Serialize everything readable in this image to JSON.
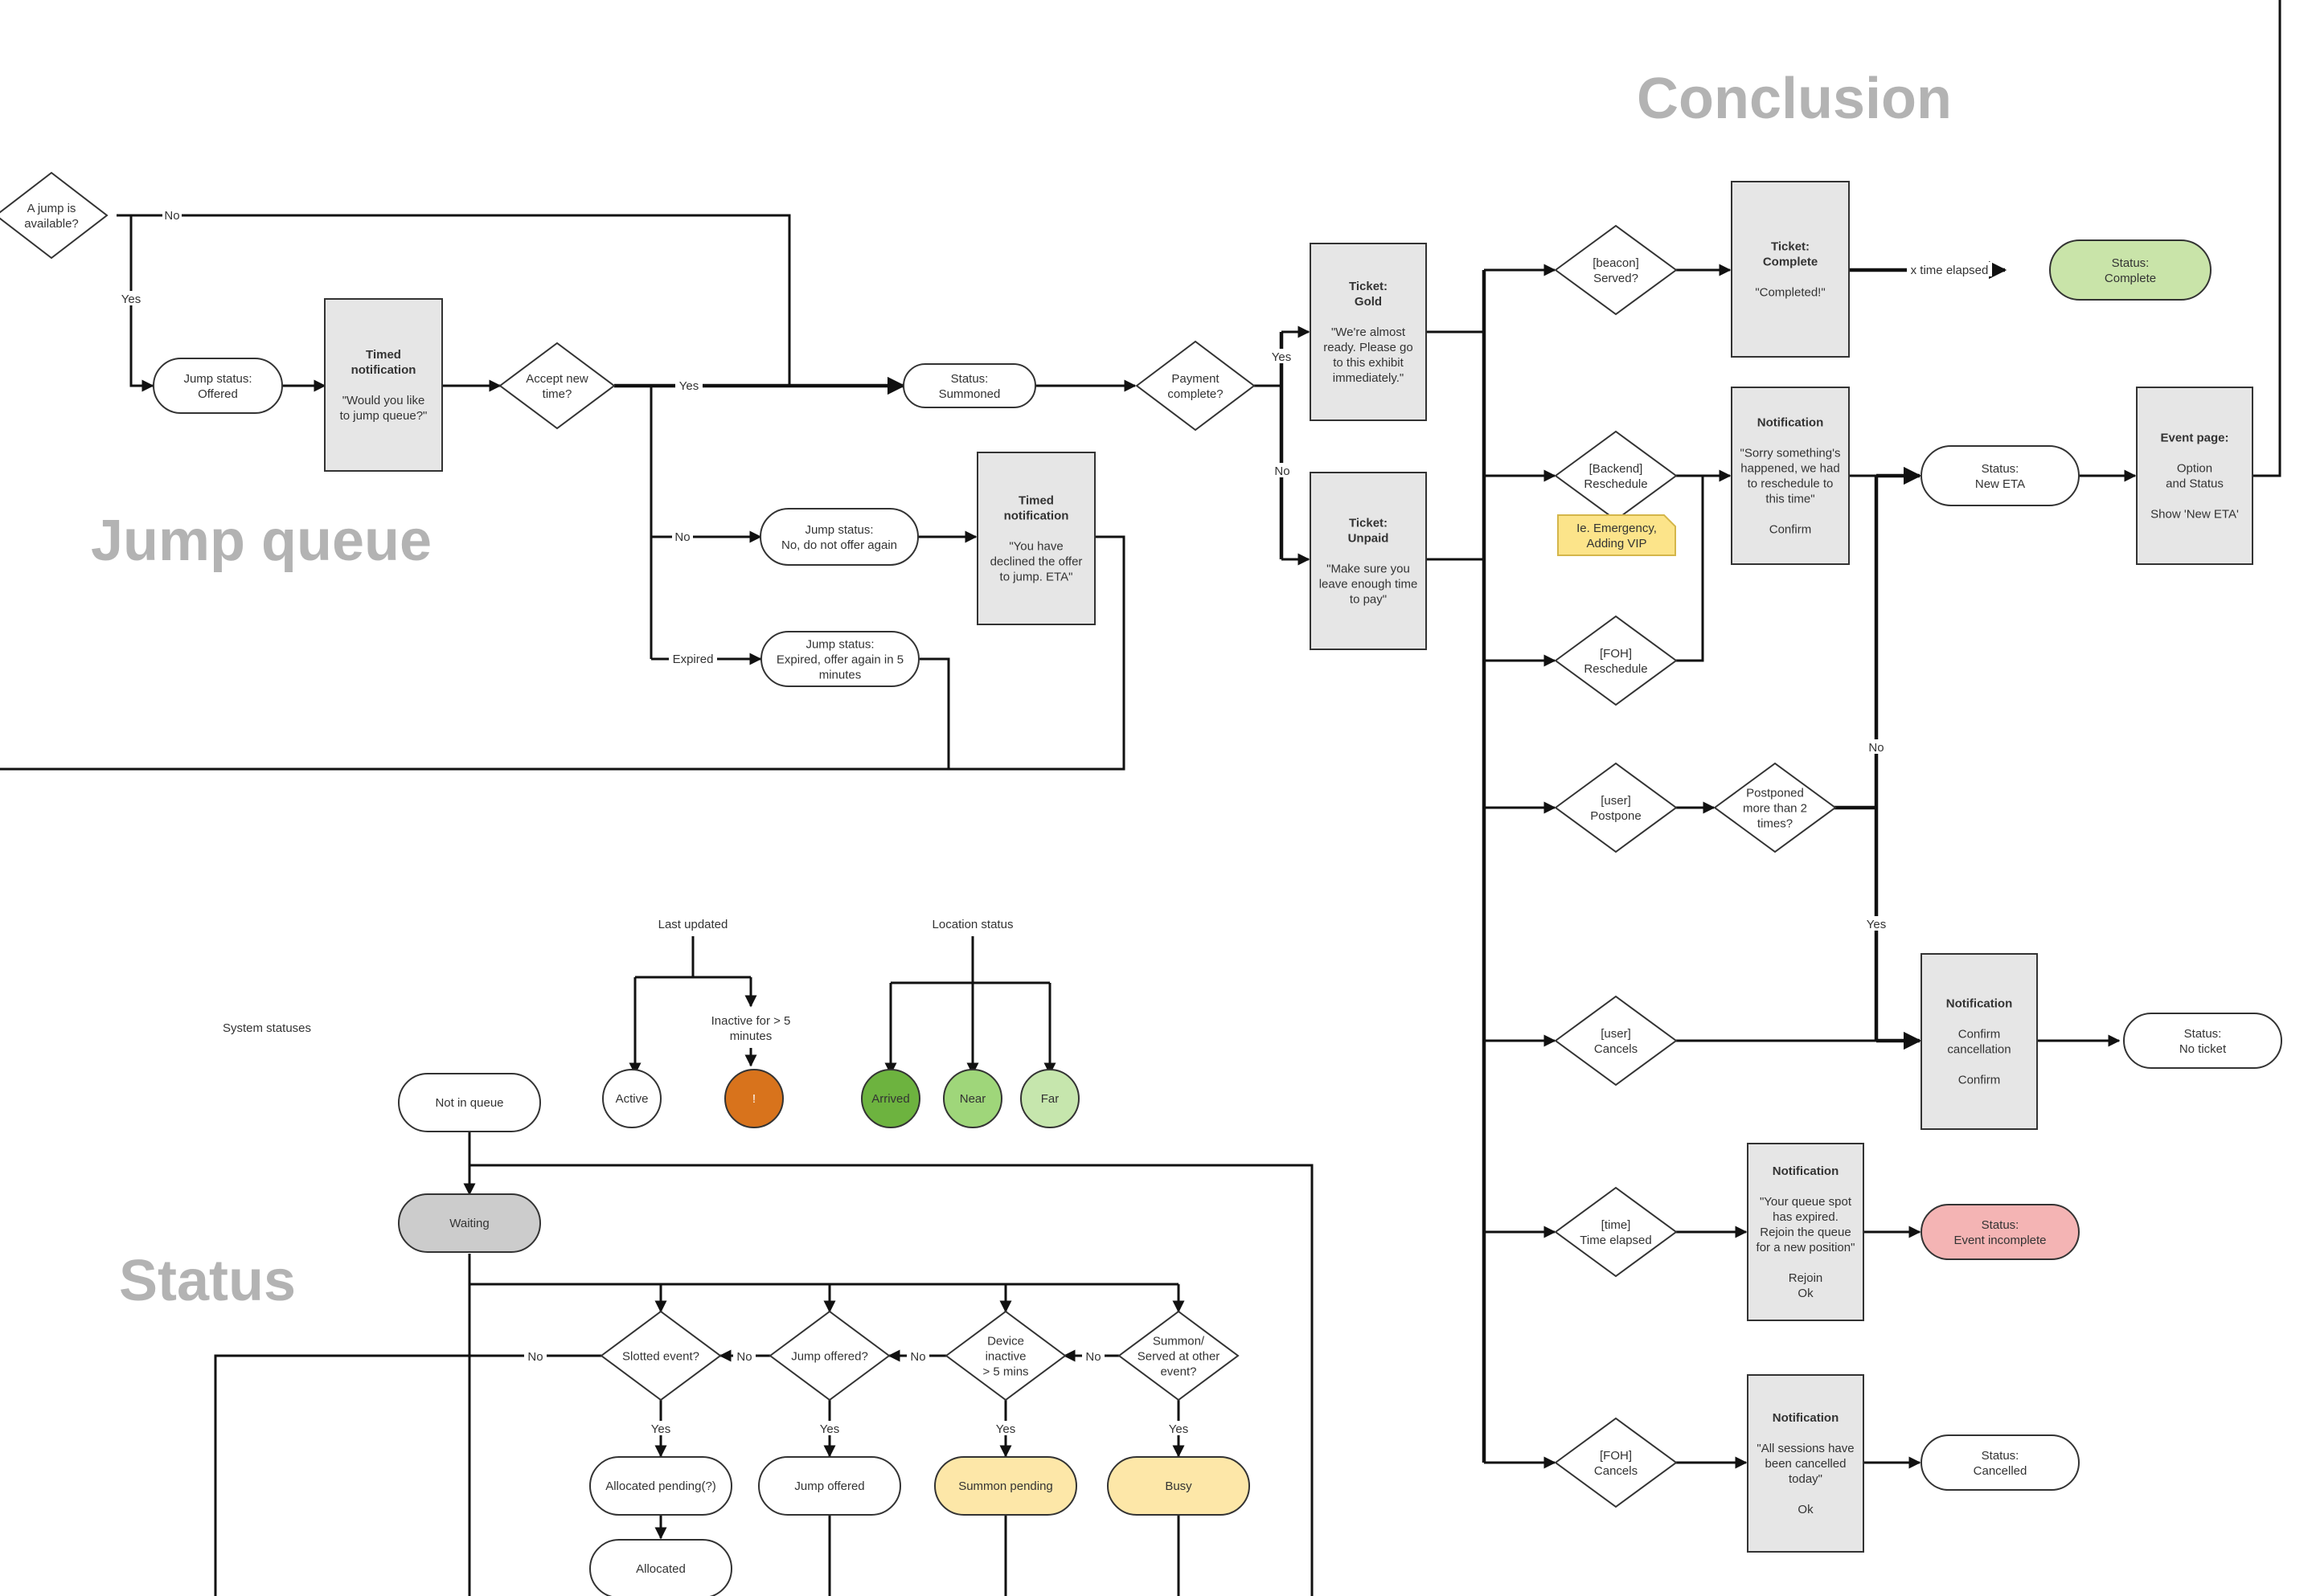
{
  "colors": {
    "line": "#111111",
    "box_fill": "#e6e6e6",
    "pill_fill": "#ffffff",
    "green_complete": "#c9e4a9",
    "red_incomplete": "#f4b4b4",
    "yellow_pending": "#fde7a8",
    "waiting_grey": "#cccccc",
    "orange_alert": "#d8731c",
    "arrived_green": "#6db33f",
    "near_green": "#9fd67a",
    "far_green": "#c6e6ad",
    "sticky_note": "#fce48a",
    "heading_grey": "#b3b3b3"
  },
  "headings": {
    "conclusion": "Conclusion",
    "jump_queue": "Jump queue",
    "status": "Status"
  },
  "jump_queue": {
    "jump_available": [
      "A jump is",
      "available?"
    ],
    "label_no": "No",
    "label_yes": "Yes",
    "status_offered": [
      "Jump status:",
      "Offered"
    ],
    "timed_notification_1": {
      "title": [
        "Timed",
        "notification"
      ],
      "body": [
        "\"Would you like",
        "to jump queue?\""
      ]
    },
    "accept_new_time": [
      "Accept new",
      "time?"
    ],
    "label_accept_yes": "Yes",
    "label_accept_no": "No",
    "label_expired": "Expired",
    "status_summoned": [
      "Status:",
      "Summoned"
    ],
    "status_no_offer": [
      "Jump status:",
      "No, do not offer again"
    ],
    "status_expired": [
      "Jump status:",
      "Expired, offer again in 5",
      "minutes"
    ],
    "timed_notification_2": {
      "title": [
        "Timed",
        "notification"
      ],
      "body": [
        "\"You have",
        "declined the offer",
        "to jump. ETA\""
      ]
    }
  },
  "conclusion": {
    "payment_complete": [
      "Payment",
      "complete?"
    ],
    "label_pay_yes": "Yes",
    "label_pay_no": "No",
    "ticket_gold": {
      "title": [
        "Ticket:",
        "Gold"
      ],
      "body": [
        "\"We're almost",
        "ready. Please go",
        "to this exhibit",
        "immediately.\""
      ]
    },
    "ticket_unpaid": {
      "title": [
        "Ticket:",
        "Unpaid"
      ],
      "body": [
        "\"Make sure you",
        "leave enough time",
        "to pay\""
      ]
    },
    "beacon_served": [
      "[beacon]",
      "Served?"
    ],
    "ticket_complete": {
      "title": [
        "Ticket:",
        "Complete"
      ],
      "body": [
        "\"Completed!\""
      ]
    },
    "label_time_elapsed": "x time elapsed",
    "status_complete": [
      "Status:",
      "Complete"
    ],
    "backend_reschedule": [
      "[Backend]",
      "Reschedule"
    ],
    "sticky_note": [
      "Ie. Emergency,",
      "Adding VIP"
    ],
    "foh_reschedule": [
      "[FOH]",
      "Reschedule"
    ],
    "notification_reschedule": {
      "title": [
        "Notification"
      ],
      "body": [
        "\"Sorry something's",
        "happened, we had",
        "to reschedule to",
        "this time\"",
        "",
        "Confirm"
      ]
    },
    "status_new_eta": [
      "Status:",
      "New ETA"
    ],
    "event_page": {
      "title": [
        "Event page:"
      ],
      "body": [
        "Option",
        "and Status",
        "",
        "Show 'New ETA'"
      ]
    },
    "user_postpone": [
      "[user]",
      "Postpone"
    ],
    "postponed_twice": [
      "Postponed",
      "more than 2",
      "times?"
    ],
    "label_postpone_no": "No",
    "label_postpone_yes": "Yes",
    "user_cancels": [
      "[user]",
      "Cancels"
    ],
    "notification_cancel": {
      "title": [
        "Notification"
      ],
      "body": [
        "Confirm",
        "cancellation",
        "",
        "Confirm"
      ]
    },
    "status_no_ticket": [
      "Status:",
      "No ticket"
    ],
    "time_elapsed": [
      "[time]",
      "Time elapsed"
    ],
    "notification_expired": {
      "title": [
        "Notification"
      ],
      "body": [
        "\"Your queue spot",
        "has expired.",
        "Rejoin the queue",
        "for a new position\"",
        "",
        "Rejoin",
        "Ok"
      ]
    },
    "status_event_incomplete": [
      "Status:",
      "Event incomplete"
    ],
    "foh_cancels": [
      "[FOH]",
      "Cancels"
    ],
    "notification_all_cancelled": {
      "title": [
        "Notification"
      ],
      "body": [
        "\"All sessions have",
        "been cancelled",
        "today\"",
        "",
        "Ok"
      ]
    },
    "status_cancelled": [
      "Status:",
      "Cancelled"
    ]
  },
  "status_section": {
    "system_statuses": "System statuses",
    "last_updated": "Last updated",
    "inactive_over_5": [
      "Inactive for > 5",
      "minutes"
    ],
    "active": "Active",
    "alert": "!",
    "location_status": "Location status",
    "arrived": "Arrived",
    "near": "Near",
    "far": "Far",
    "not_in_queue": "Not in queue",
    "waiting": "Waiting",
    "slotted_event": [
      "Slotted event?"
    ],
    "jump_offered_q": [
      "Jump offered?"
    ],
    "device_inactive": [
      "Device",
      "inactive",
      "> 5 mins"
    ],
    "summon_served": [
      "Summon/",
      "Served at other",
      "event?"
    ],
    "label_no": "No",
    "label_yes": "Yes",
    "allocated_pending": "Allocated pending(?)",
    "jump_offered": "Jump offered",
    "summon_pending": "Summon pending",
    "busy": "Busy",
    "allocated": "Allocated"
  }
}
